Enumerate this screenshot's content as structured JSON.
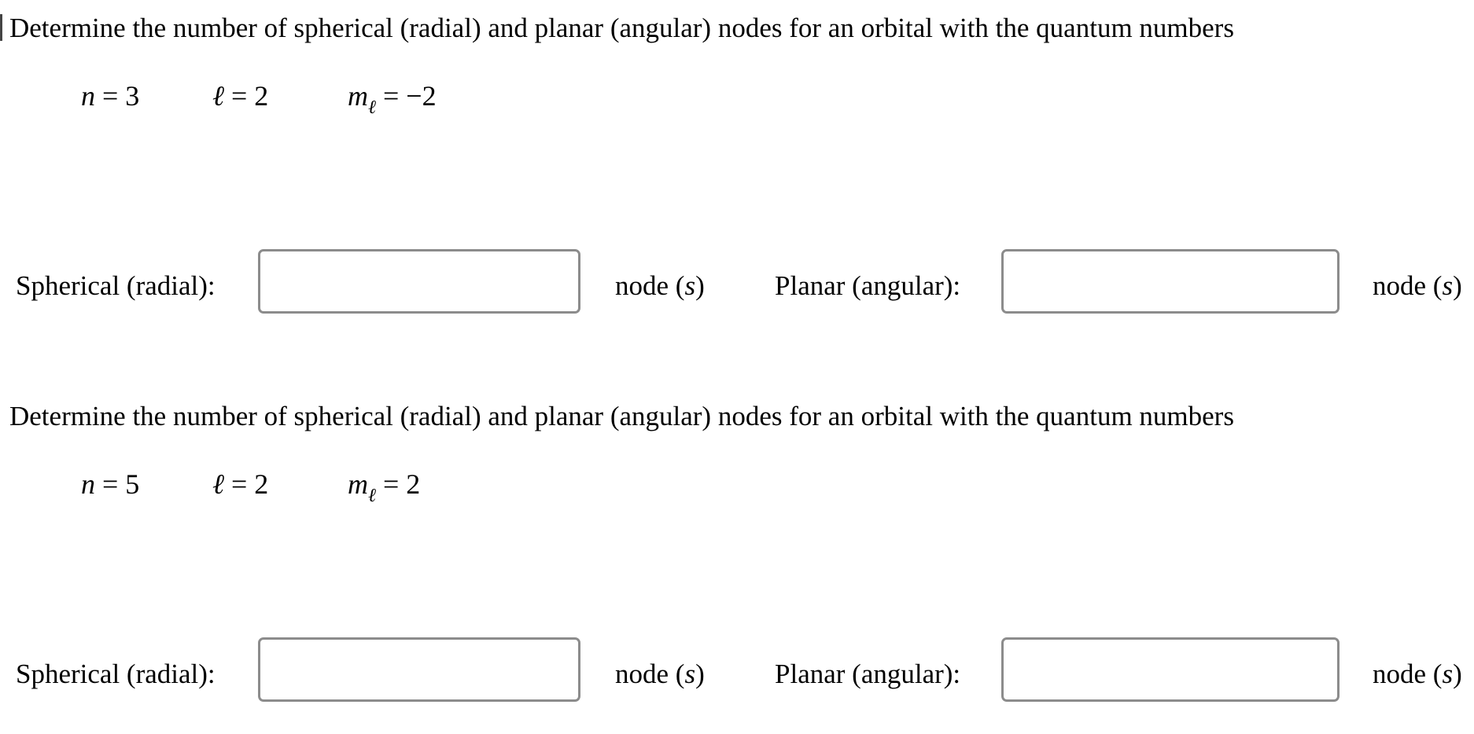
{
  "questions": [
    {
      "prompt": "Determine the number of spherical (radial) and planar (angular) nodes for an orbital with the quantum numbers",
      "n": {
        "symbol": "n",
        "relation": " = 3"
      },
      "l": {
        "symbol": "ℓ",
        "relation": " = 2"
      },
      "ml": {
        "symbol": "m",
        "subscript": "ℓ",
        "relation": " = −2"
      },
      "radial": {
        "label": "Spherical (radial):",
        "value": "",
        "unit_word": "node",
        "unit_open": " (",
        "unit_s": "s",
        "unit_close": ")"
      },
      "angular": {
        "label": "Planar (angular):",
        "value": "",
        "unit_word": "node",
        "unit_open": " (",
        "unit_s": "s",
        "unit_close": ")"
      }
    },
    {
      "prompt": "Determine the number of spherical (radial) and planar (angular) nodes for an orbital with the quantum numbers",
      "n": {
        "symbol": "n",
        "relation": " = 5"
      },
      "l": {
        "symbol": "ℓ",
        "relation": " = 2"
      },
      "ml": {
        "symbol": "m",
        "subscript": "ℓ",
        "relation": " = 2"
      },
      "radial": {
        "label": "Spherical (radial):",
        "value": "",
        "unit_word": "node",
        "unit_open": " (",
        "unit_s": "s",
        "unit_close": ")"
      },
      "angular": {
        "label": "Planar (angular):",
        "value": "",
        "unit_word": "node",
        "unit_open": " (",
        "unit_s": "s",
        "unit_close": ")"
      }
    }
  ]
}
